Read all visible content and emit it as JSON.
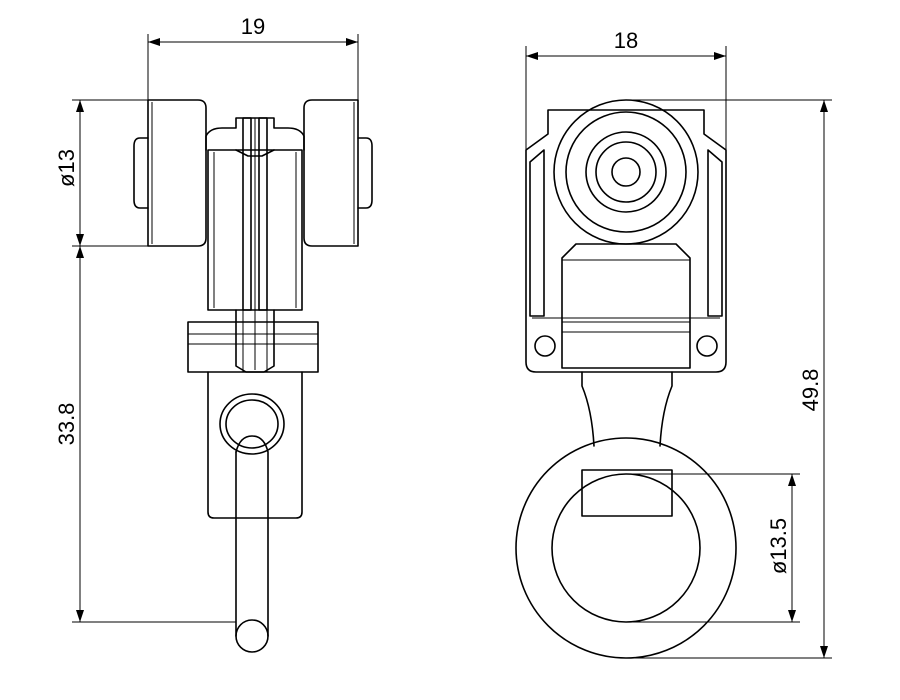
{
  "dimensions": {
    "width_left_view": "19",
    "width_right_view": "18",
    "wheel_diameter": "ø13",
    "height_left_view": "33.8",
    "height_total": "49.8",
    "ring_diameter": "ø13.5"
  }
}
